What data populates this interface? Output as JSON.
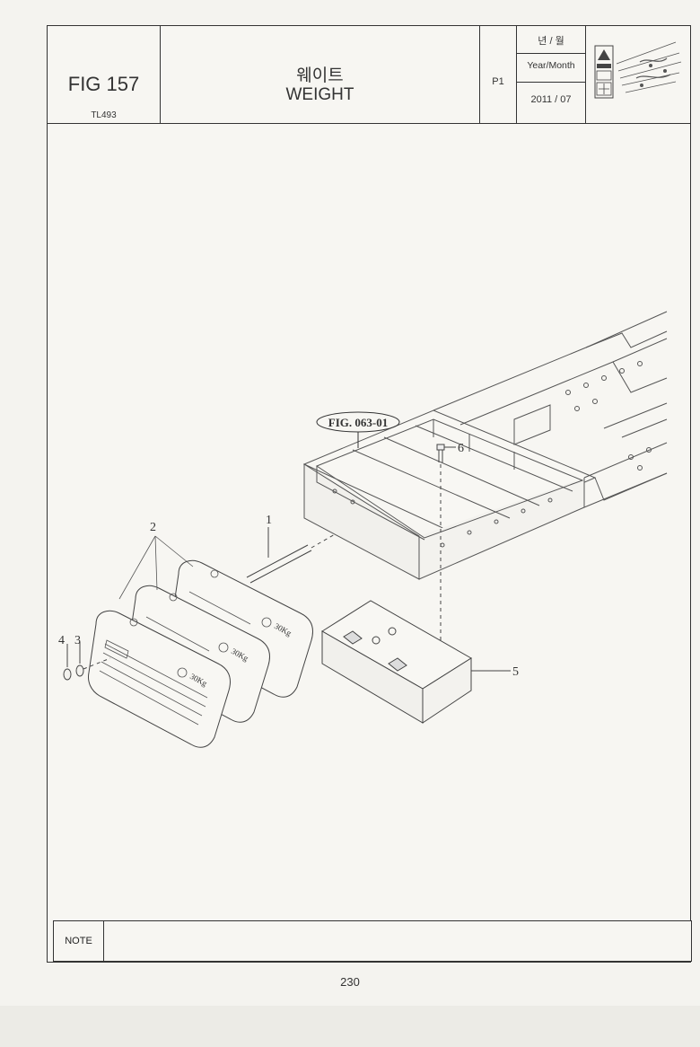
{
  "header": {
    "fig_number": "FIG 157",
    "model": "TL493",
    "title_korean": "웨이트",
    "title_english": "WEIGHT",
    "page": "P1",
    "date_label_korean": "년 / 월",
    "date_label_english": "Year/Month",
    "date_value": "2011 / 07"
  },
  "diagram": {
    "reference": "FIG. 063-01",
    "callouts": [
      "1",
      "2",
      "3",
      "4",
      "5",
      "6"
    ],
    "weight_marking": "30Kg"
  },
  "note": {
    "label": "NOTE"
  },
  "footer": {
    "page_number": "230"
  }
}
